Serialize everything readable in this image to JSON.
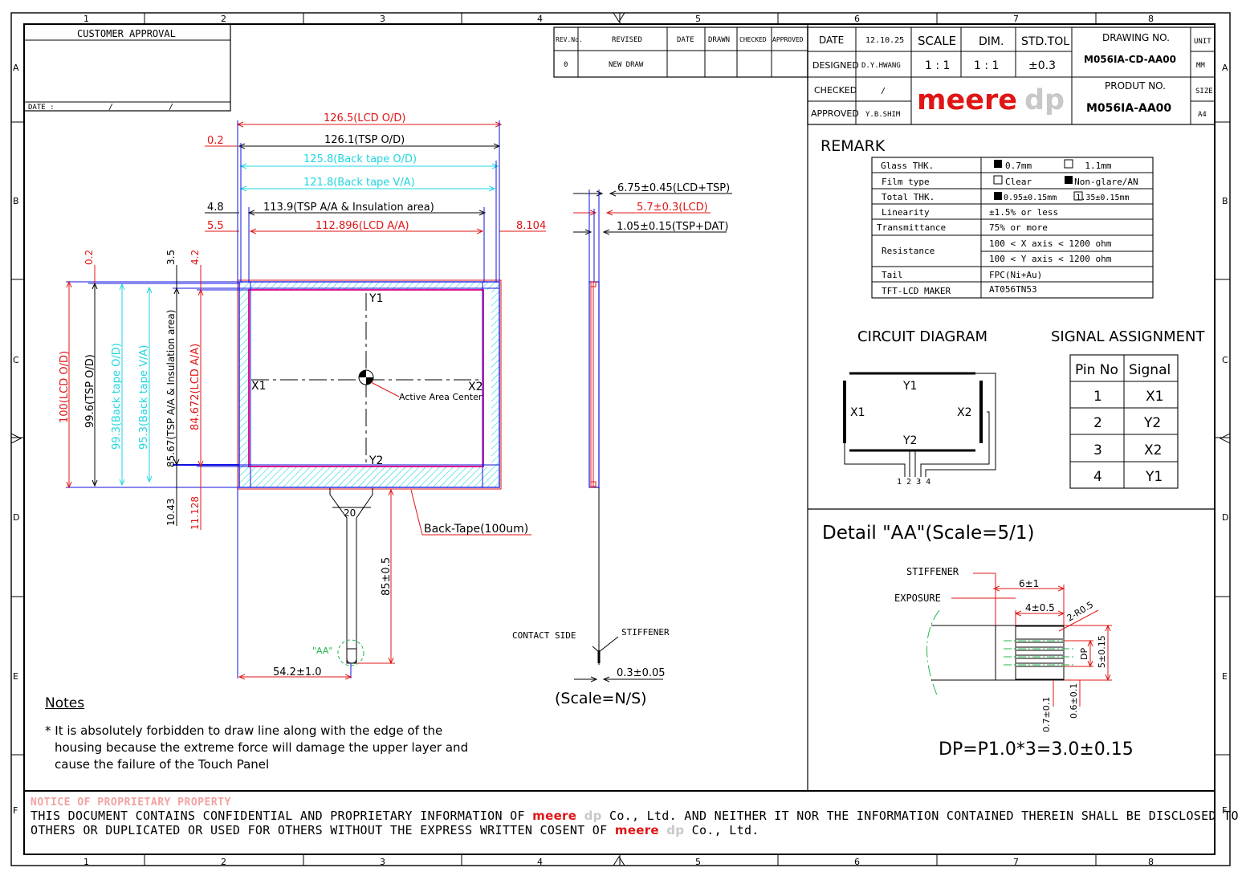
{
  "frame": {
    "cols": [
      "1",
      "2",
      "3",
      "4",
      "5",
      "6",
      "7",
      "8"
    ],
    "rows": [
      "A",
      "B",
      "C",
      "D",
      "E",
      "F"
    ]
  },
  "customer_approval": {
    "title": "CUSTOMER  APPROVAL",
    "date_label": "DATE :",
    "date_sep": "/"
  },
  "revision_table": {
    "headers": [
      "REV.No.",
      "REVISED",
      "DATE",
      "DRAWN",
      "CHECKED",
      "APPROVED"
    ],
    "rows": [
      [
        "0",
        "NEW DRAW",
        "",
        "",
        "",
        ""
      ]
    ]
  },
  "title_block": {
    "date_label": "DATE",
    "date_value": "12.10.25",
    "designed_label": "DESIGNED",
    "designed_value": "D.Y.HWANG",
    "checked_label": "CHECKED",
    "checked_value": "/",
    "approved_label": "APPROVED",
    "approved_value": "Y.B.SHIM",
    "scale_label": "SCALE",
    "scale_value": "1 : 1",
    "dim_label": "DIM.",
    "dim_value": "1 : 1",
    "tol_label": "STD.TOL",
    "tol_value": "±0.3",
    "drawing_no_label": "DRAWING NO.",
    "drawing_no": "M056IA-CD-AA00",
    "product_no_label": "PRODUT NO.",
    "product_no": "M056IA-AA00",
    "unit_label": "UNIT",
    "unit_value": "MM",
    "size_label": "SIZE",
    "size_value": "A4",
    "logo_main": "meere",
    "logo_sub": "dp"
  },
  "remark": {
    "title": "REMARK",
    "rows": [
      {
        "label": "Glass THK.",
        "value": "0.7mm          1.1mm"
      },
      {
        "label": "Film type",
        "value": "Clear        Non-glare/AN"
      },
      {
        "label": "Total THK.",
        "value": "0.95±0.15mm    1.35±0.15mm"
      },
      {
        "label": "Linearity",
        "value": "±1.5% or less"
      },
      {
        "label": "Transmittance",
        "value": "75% or more"
      },
      {
        "label": "Resistance",
        "value": "100 < X axis < 1200 ohm",
        "value2": "100 < Y axis < 1200 ohm"
      },
      {
        "label": "Tail",
        "value": "FPC(Ni+Au)"
      },
      {
        "label": "TFT-LCD MAKER",
        "value": "AT056TN53"
      }
    ]
  },
  "circuit": {
    "title": "CIRCUIT DIAGRAM",
    "labels": [
      "Y1",
      "X1",
      "X2",
      "Y2"
    ],
    "pins": "1 2 3 4"
  },
  "signal": {
    "title": "SIGNAL ASSIGNMENT",
    "headers": [
      "Pin  No",
      "Signal"
    ],
    "rows": [
      [
        "1",
        "X1"
      ],
      [
        "2",
        "Y2"
      ],
      [
        "3",
        "X2"
      ],
      [
        "4",
        "Y1"
      ]
    ]
  },
  "detail": {
    "title": "Detail \"AA\"(Scale=5/1)",
    "stiffener": "STIFFENER",
    "exposure": "EXPOSURE",
    "d1": "6±1",
    "d2": "4±0.5",
    "d3": "2-R0.5",
    "d4": "DP",
    "d5": "5±0.15",
    "d6": "0.7±0.1",
    "d7": "0.6±0.1",
    "formula": "DP=P1.0*3=3.0±0.15"
  },
  "front": {
    "h1": "126.5(LCD O/D)",
    "h2": "126.1(TSP O/D)",
    "h3": "125.8(Back tape O/D)",
    "h4": "121.8(Back tape V/A)",
    "h5": "113.9(TSP A/A & Insulation area)",
    "h6": "112.896(LCD A/A)",
    "l1": "0.2",
    "l2": "4.8",
    "l3": "5.5",
    "r1": "8.104",
    "v1": "100(LCD O/D)",
    "v2": "99.6(TSP O/D)",
    "v3": "99.3(Back tape O/D)",
    "v4": "95.3(Back tape V/A)",
    "v5": "85.67(TSP A/A & Insulation area)",
    "v6": "84.672(LCD A/A)",
    "t1": "0.2",
    "t2": "3.5",
    "t3": "4.2",
    "b1": "10.43",
    "b2": "11.128",
    "y1": "Y1",
    "y2": "Y2",
    "x1": "X1",
    "x2": "X2",
    "center": "Active Area Center",
    "backtape": "Back-Tape(100um)",
    "tail_w": "20",
    "tail_len": "85±0.5",
    "tail_pos": "54.2±1.0",
    "aa": "\"AA\""
  },
  "side": {
    "d1": "6.75±0.45(LCD+TSP)",
    "d2": "5.7±0.3(LCD)",
    "d3": "1.05±0.15(TSP+DAT)",
    "contact": "CONTACT  SIDE",
    "stiffener": "STIFFENER",
    "d4": "0.3±0.05",
    "scale": "(Scale=N/S)"
  },
  "notes": {
    "title": "Notes",
    "line1": "* It is absolutely forbidden to draw line along with the edge of the",
    "line2": "housing because the extreme force will damage the upper layer and",
    "line3": "cause the failure of the Touch Panel"
  },
  "notice": {
    "title": "NOTICE OF PROPRIETARY PROPERTY",
    "l1a": "THIS DOCUMENT CONTAINS CONFIDENTIAL AND PROPRIETARY INFORMATION OF ",
    "l1b": " Co., Ltd. AND NEITHER IT NOR THE INFORMATION CONTAINED THEREIN SHALL BE DISCLOSED TO",
    "l2a": "OTHERS OR DUPLICATED OR USED FOR OTHERS WITHOUT THE EXPRESS WRITTEN COSENT OF ",
    "l2b": " Co., Ltd."
  },
  "colors": {
    "red": "#e01515",
    "blue": "#1010e0",
    "cyan": "#1fd6e0",
    "magenta": "#e0168a",
    "green": "#22b84a",
    "logo_gray": "#c8c8c8"
  }
}
